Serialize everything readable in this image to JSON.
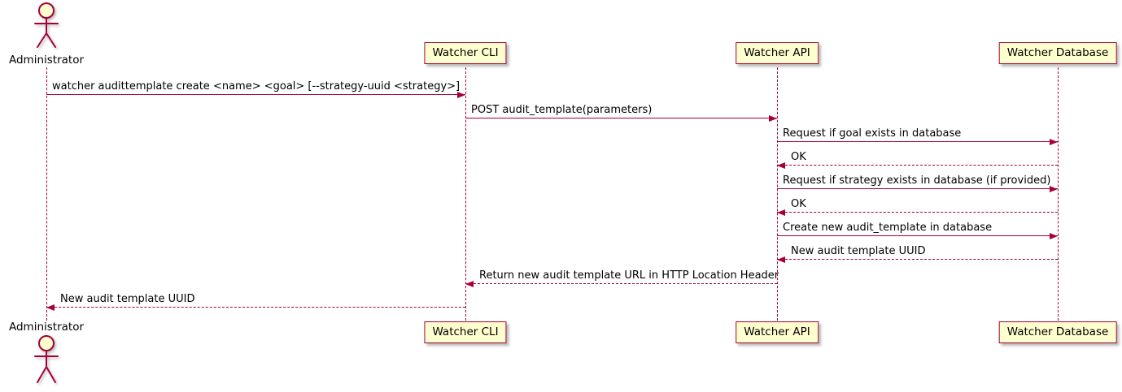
{
  "diagram": {
    "type": "sequence-diagram",
    "actor": {
      "name": "Administrator"
    },
    "participants": [
      {
        "id": "cli",
        "name": "Watcher CLI"
      },
      {
        "id": "api",
        "name": "Watcher API"
      },
      {
        "id": "db",
        "name": "Watcher Database"
      }
    ],
    "messages": [
      {
        "from": "Administrator",
        "to": "Watcher CLI",
        "style": "solid",
        "text": "watcher audittemplate create <name> <goal> [--strategy-uuid <strategy>]"
      },
      {
        "from": "Watcher CLI",
        "to": "Watcher API",
        "style": "solid",
        "text": "POST audit_template(parameters)"
      },
      {
        "from": "Watcher API",
        "to": "Watcher Database",
        "style": "solid",
        "text": "Request if goal exists in database"
      },
      {
        "from": "Watcher Database",
        "to": "Watcher API",
        "style": "dashed",
        "text": "OK"
      },
      {
        "from": "Watcher API",
        "to": "Watcher Database",
        "style": "solid",
        "text": "Request if strategy exists in database (if provided)"
      },
      {
        "from": "Watcher Database",
        "to": "Watcher API",
        "style": "dashed",
        "text": "OK"
      },
      {
        "from": "Watcher API",
        "to": "Watcher Database",
        "style": "solid",
        "text": "Create new audit_template in database"
      },
      {
        "from": "Watcher Database",
        "to": "Watcher API",
        "style": "dashed",
        "text": "New audit template UUID"
      },
      {
        "from": "Watcher API",
        "to": "Watcher CLI",
        "style": "dashed",
        "text": "Return new audit template URL in HTTP Location Header"
      },
      {
        "from": "Watcher CLI",
        "to": "Administrator",
        "style": "dashed",
        "text": "New audit template UUID"
      }
    ],
    "colors": {
      "line": "#A80036",
      "fill": "#FEFECE",
      "text": "#000000",
      "background": "#FFFFFF"
    }
  }
}
